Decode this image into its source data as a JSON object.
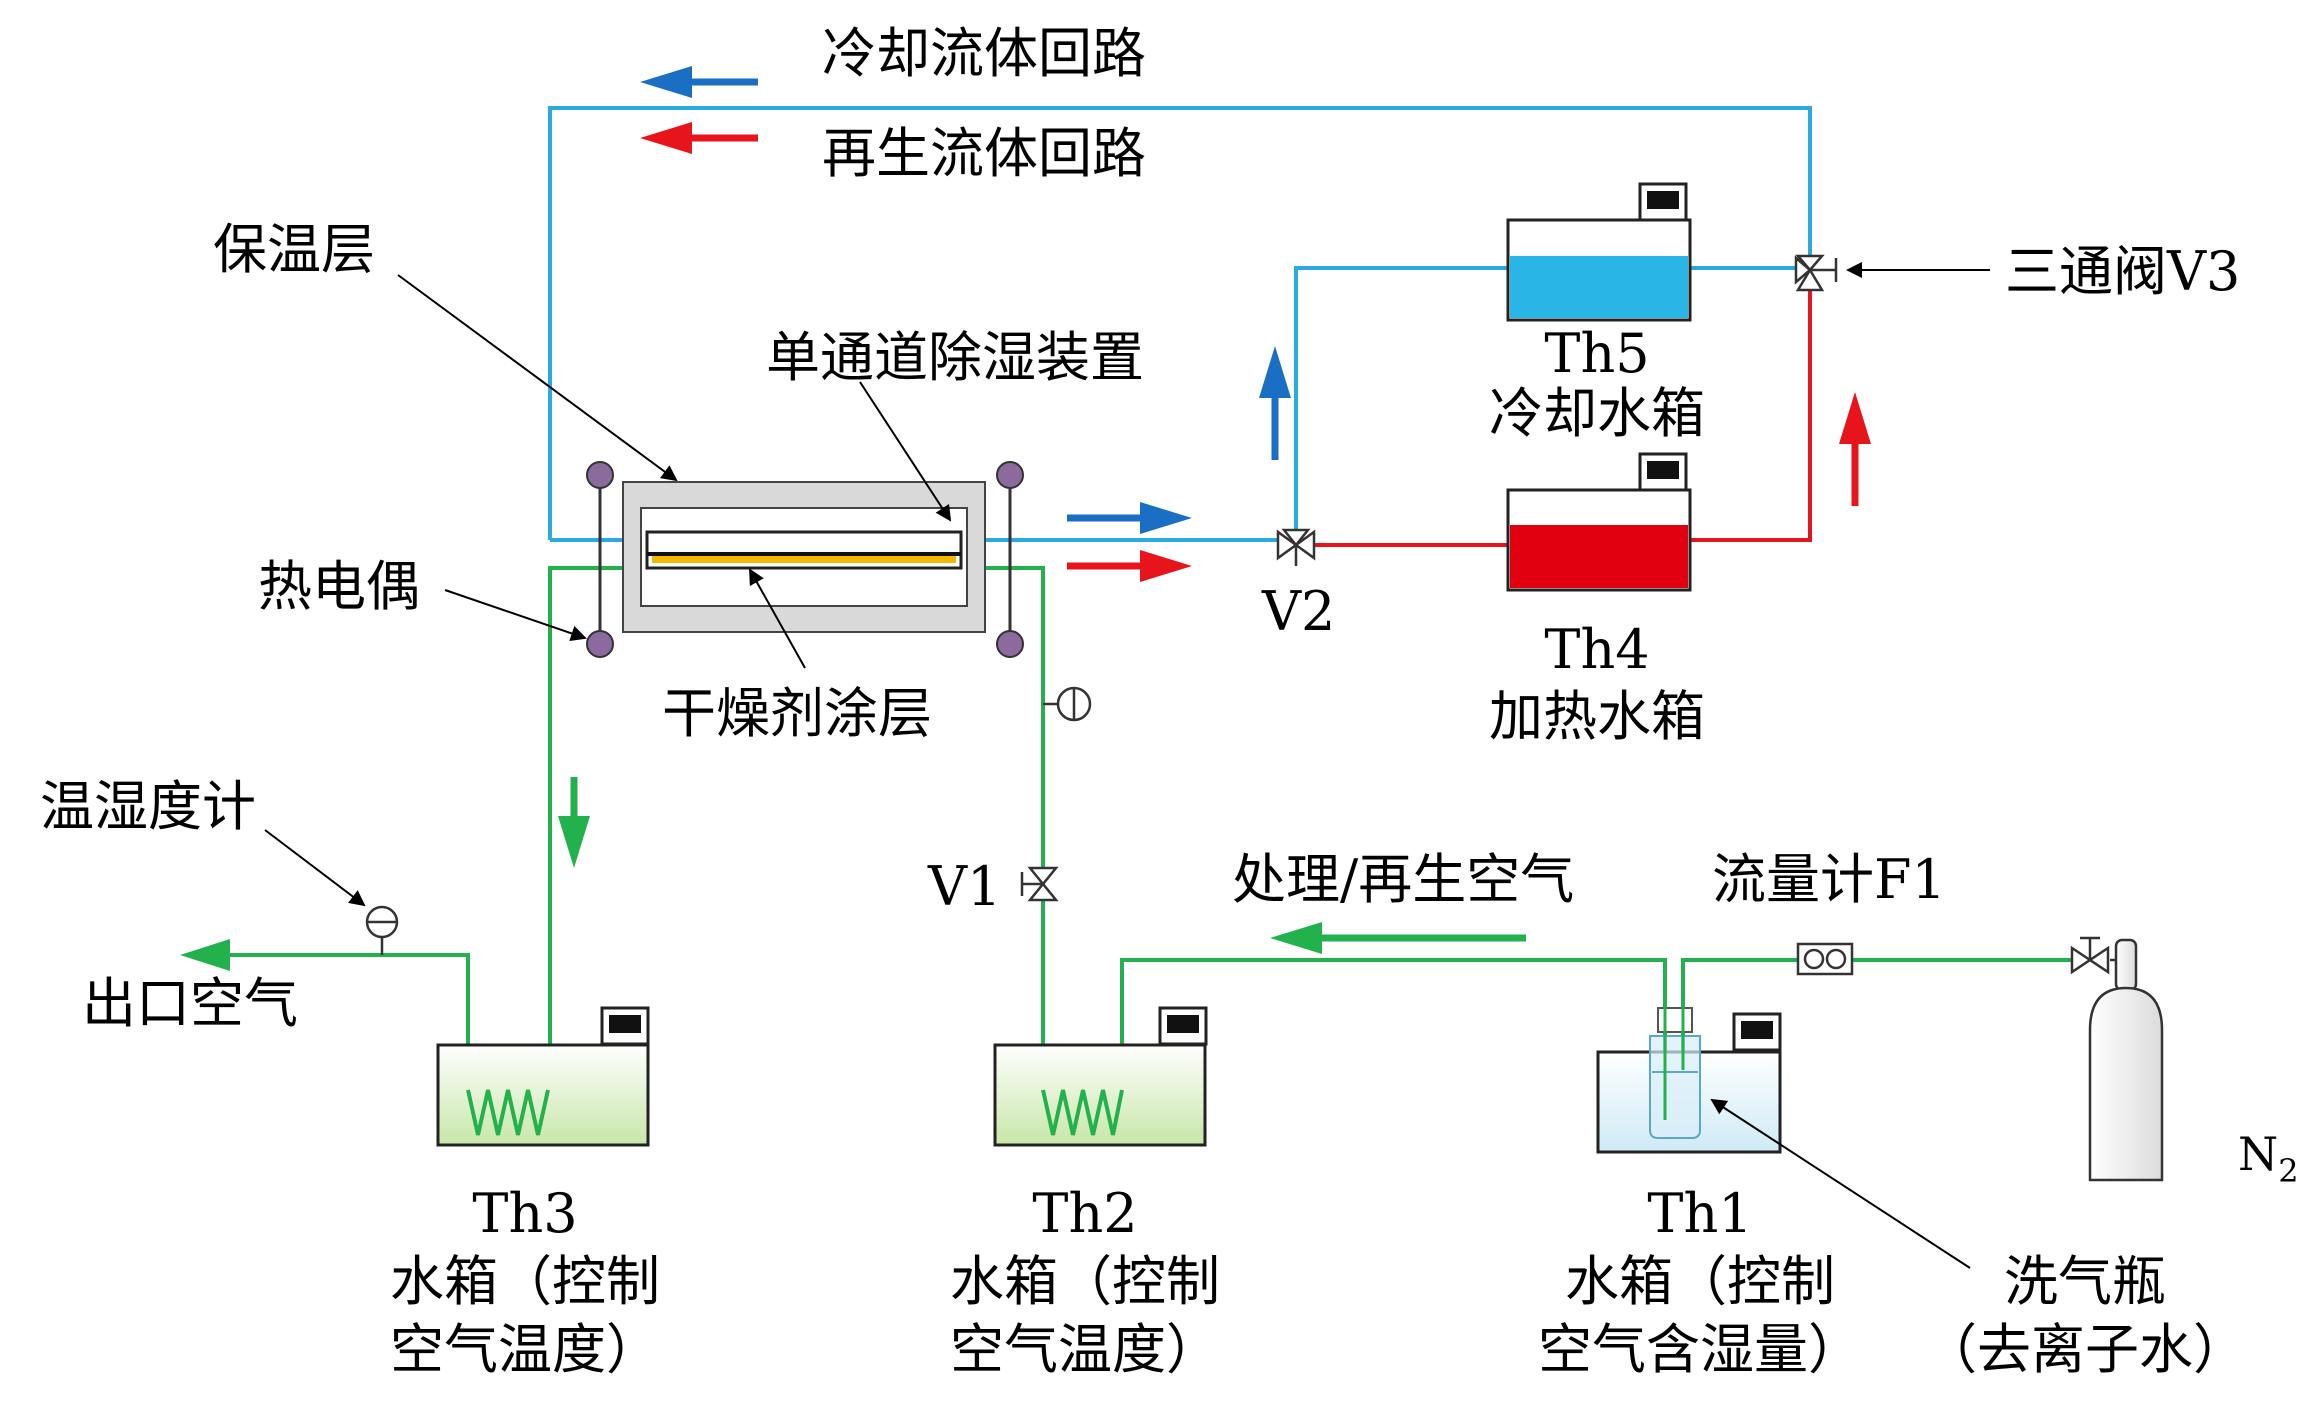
{
  "legend": {
    "cooling": "冷却流体回路",
    "regen": "再生流体回路"
  },
  "labels": {
    "insulation": "保温层",
    "single_channel": "单通道除湿装置",
    "thermocouple": "热电偶",
    "desiccant": "干燥剂涂层",
    "hygrometer": "温湿度计",
    "outlet": "出口空气",
    "process_air": "处理/再生空气",
    "flowmeter": "流量计F1",
    "valve_v1": "V1",
    "valve_v2": "V2",
    "valve_v3": "三通阀V3",
    "th5_id": "Th5",
    "th5_name": "冷却水箱",
    "th4_id": "Th4",
    "th4_name": "加热水箱",
    "th3_id": "Th3",
    "th3_l1": "水箱（控制",
    "th3_l2": "空气温度）",
    "th2_id": "Th2",
    "th2_l1": "水箱（控制",
    "th2_l2": "空气温度）",
    "th1_id": "Th1",
    "th1_l1": "水箱（控制",
    "th1_l2": "空气含湿量）",
    "bottle_l1": "洗气瓶",
    "bottle_l2": "（去离子水）",
    "n2": "N",
    "n2_sub": "2"
  },
  "colors": {
    "cooling_line": "#29abe2",
    "cooling_arrow": "#1a6fc4",
    "regen_line": "#e8141c",
    "air_line": "#22b14c",
    "cold_water": "#29b6e6",
    "hot_water": "#e00010",
    "desiccant": "#f5b800",
    "thermocouple": "#8c6a9e"
  }
}
